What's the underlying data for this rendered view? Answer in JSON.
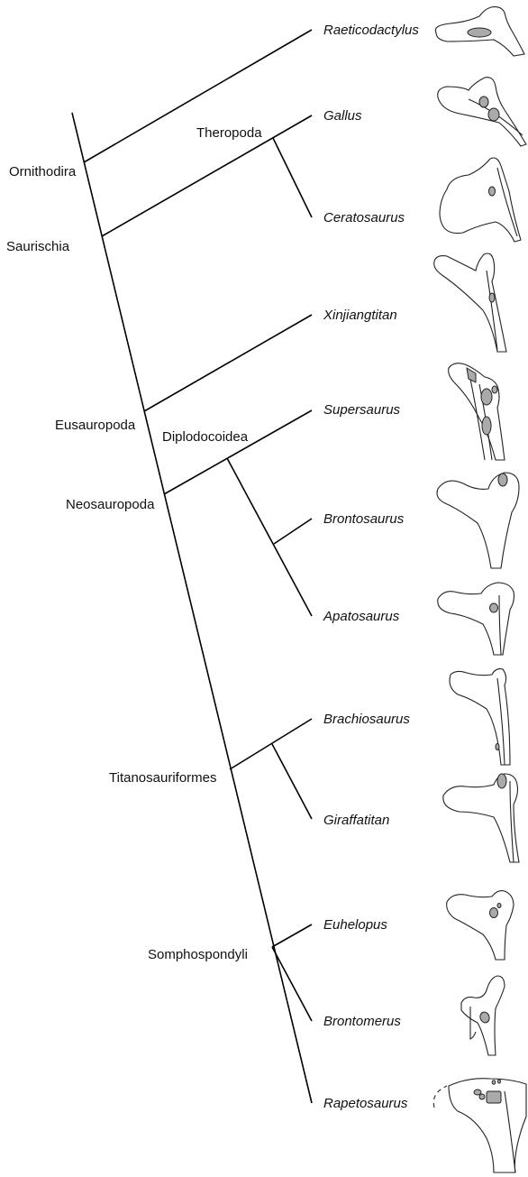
{
  "clades": {
    "ornithodira": "Ornithodira",
    "saurischia": "Saurischia",
    "theropoda": "Theropoda",
    "eusauropoda": "Eusauropoda",
    "diplodocoidea": "Diplodocoidea",
    "neosauropoda": "Neosauropoda",
    "titanosauriformes": "Titanosauriformes",
    "somphospondyli": "Somphospondyli"
  },
  "taxa": [
    "Raeticodactylus",
    "Gallus",
    "Ceratosaurus",
    "Xinjiangtitan",
    "Supersaurus",
    "Brontosaurus",
    "Apatosaurus",
    "Brachiosaurus",
    "Giraffatitan",
    "Euhelopus",
    "Brontomerus",
    "Rapetosaurus"
  ]
}
